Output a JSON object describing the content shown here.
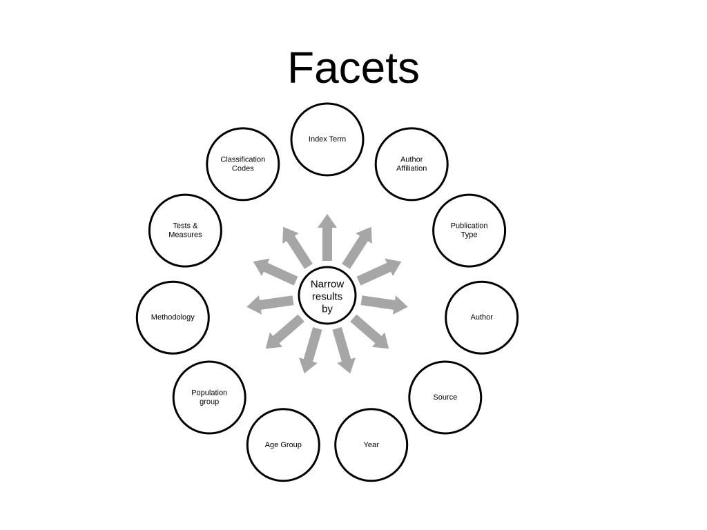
{
  "title": "Facets",
  "hub": {
    "lines": [
      "Narrow",
      "results",
      "by"
    ]
  },
  "facets": [
    {
      "lines": [
        "Index Term"
      ]
    },
    {
      "lines": [
        "Author",
        "Affiliation"
      ]
    },
    {
      "lines": [
        "Publication",
        "Type"
      ]
    },
    {
      "lines": [
        "Author"
      ]
    },
    {
      "lines": [
        "Source"
      ]
    },
    {
      "lines": [
        "Year"
      ]
    },
    {
      "lines": [
        "Age Group"
      ]
    },
    {
      "lines": [
        "Population",
        "group"
      ]
    },
    {
      "lines": [
        "Methodology"
      ]
    },
    {
      "lines": [
        "Tests &",
        "Measures"
      ]
    },
    {
      "lines": [
        "Classification",
        "Codes"
      ]
    }
  ],
  "colors": {
    "arrow": "#a6a6a6",
    "outline": "#000000",
    "background": "#ffffff"
  }
}
